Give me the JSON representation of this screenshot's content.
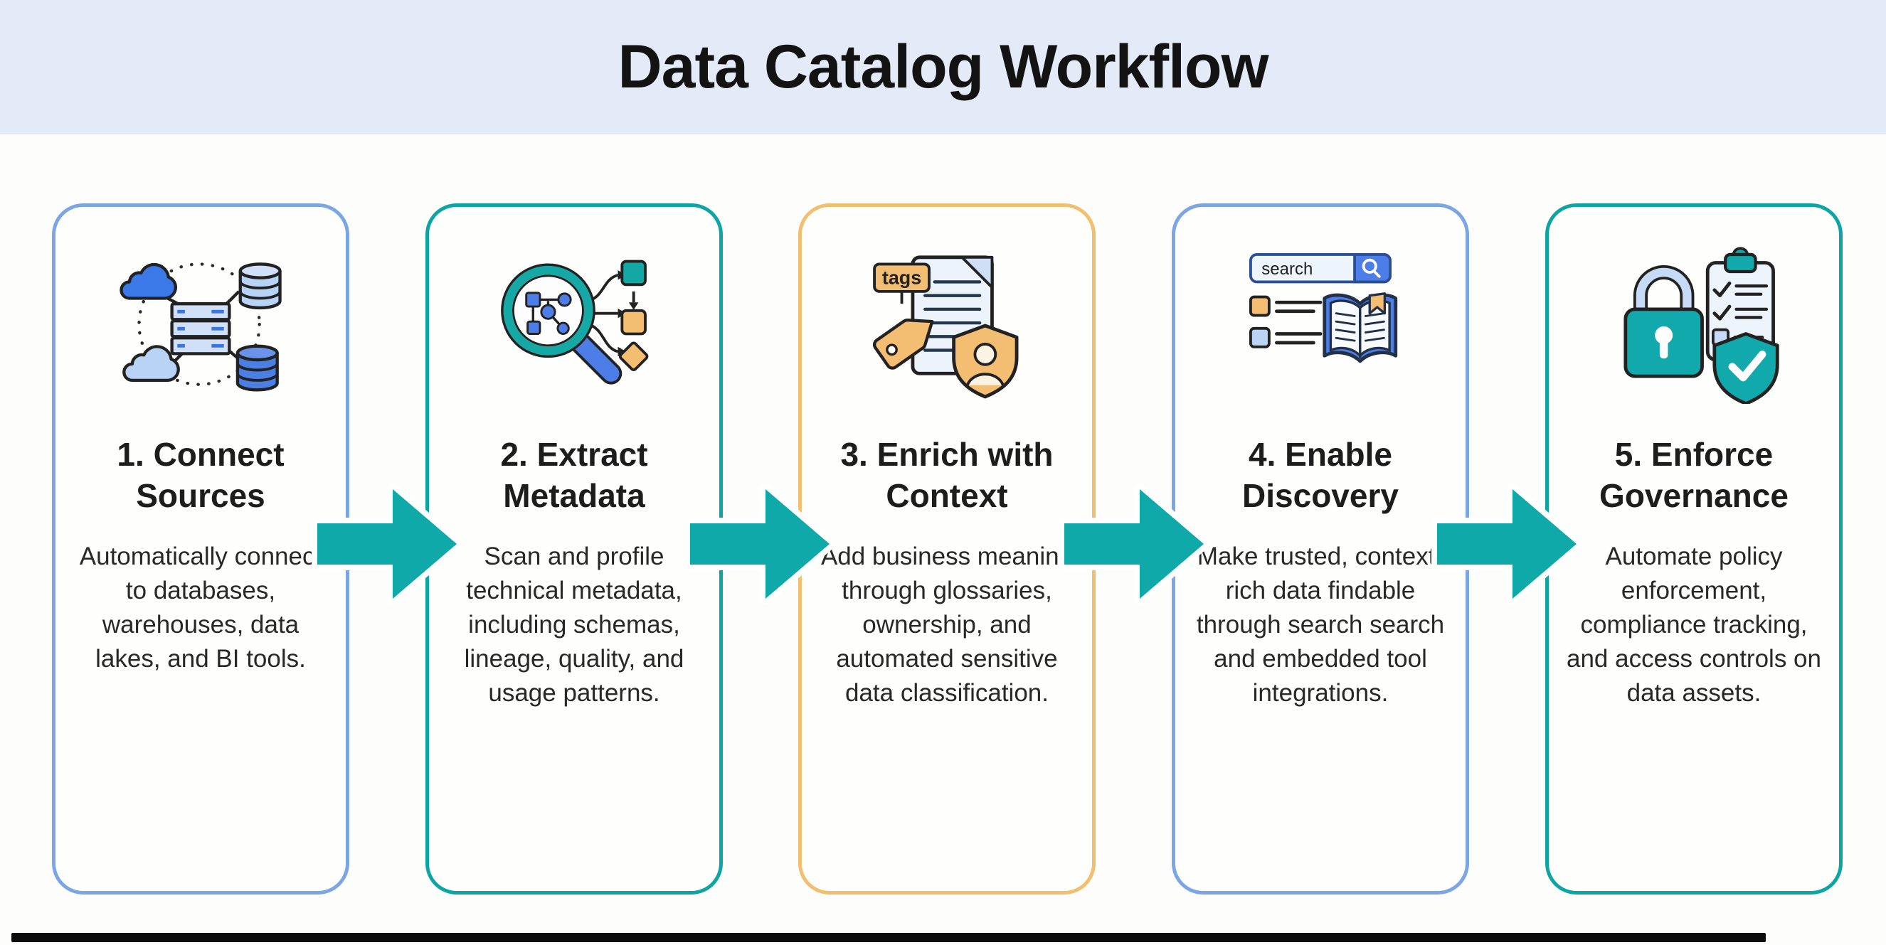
{
  "header": {
    "title": "Data Catalog Workflow"
  },
  "steps": [
    {
      "heading": "1. Connect Sources",
      "body": "Automatically connect to databases, warehouses, data lakes, and BI tools.",
      "border_color": "#7ca6e3",
      "icon": "cloud-servers-databases-icon"
    },
    {
      "heading": "2. Extract Metadata",
      "body": "Scan and profile technical metadata, including schemas, lineage, quality, and usage patterns.",
      "border_color": "#0da5a3",
      "icon": "magnifier-schema-icon"
    },
    {
      "heading": "3. Enrich with Context",
      "body": "Add business meaning through glossaries, ownership, and automated sensitive data classification.",
      "border_color": "#f0bf70",
      "icon": "tags-document-owner-shield-icon",
      "icon_text": {
        "tag_label": "tags"
      }
    },
    {
      "heading": "4. Enable Discovery",
      "body": "Make trusted, context-rich data findable through search search and embedded tool integrations.",
      "border_color": "#7ca6e3",
      "icon": "search-bar-catalog-book-icon",
      "icon_text": {
        "search_label": "search"
      }
    },
    {
      "heading": "5. Enforce Governance",
      "body": "Automate policy enforcement, compliance tracking, and access controls on data assets.",
      "border_color": "#0da5a3",
      "icon": "lock-checklist-shield-icon"
    }
  ],
  "arrows": {
    "count": 4,
    "color": "#0fa9aa"
  },
  "colors": {
    "header_bg": "#e4eaf8",
    "page_bg": "#fdfdfb",
    "card_bg": "#fefefc",
    "accent_blue": "#7ca6e3",
    "accent_teal": "#0da5a3",
    "accent_orange": "#f0bf70",
    "arrow_teal": "#0fa9aa",
    "icon_blue_solid": "#3c79e8",
    "icon_blue_light": "#b9d3f7",
    "icon_orange": "#f4be72",
    "outline_dark": "#222222",
    "bottom_bar": "#0c0c0c"
  }
}
